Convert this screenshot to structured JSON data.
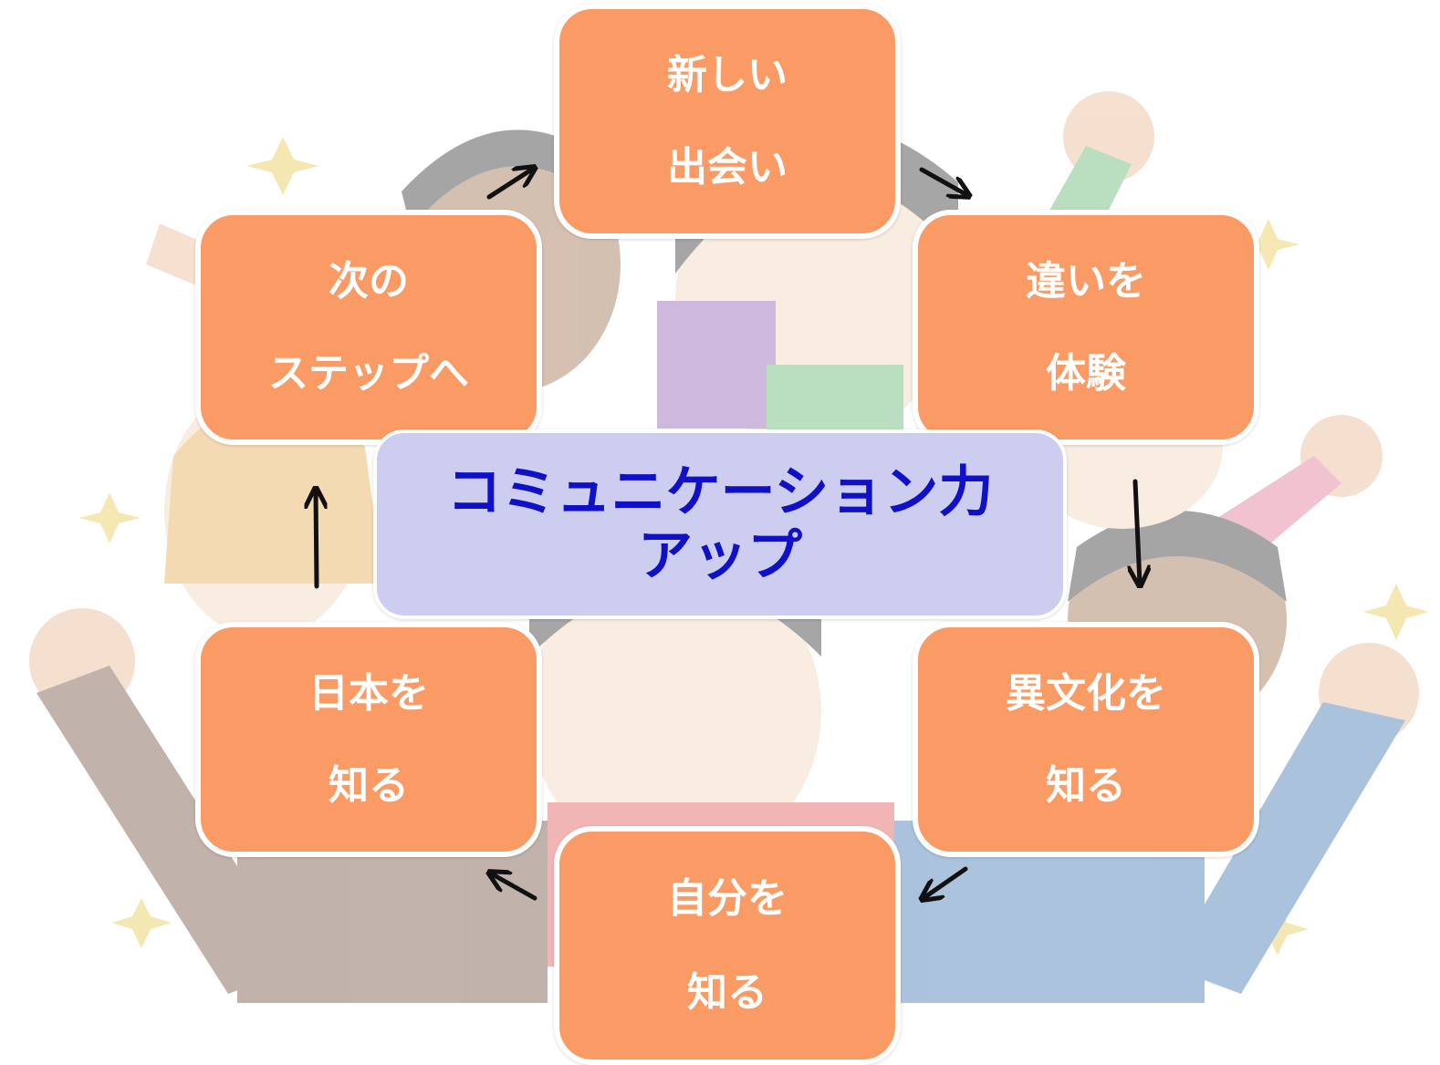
{
  "diagram": {
    "center": {
      "line1": "コミュニケーション力",
      "line2": "アップ"
    },
    "nodes": {
      "top": {
        "line1": "新しい",
        "line2": "出会い"
      },
      "tr": {
        "line1": "違いを",
        "line2": "体験"
      },
      "br": {
        "line1": "異文化を",
        "line2": "知る"
      },
      "bottom": {
        "line1": "自分を",
        "line2": "知る"
      },
      "bl": {
        "line1": "日本を",
        "line2": "知る"
      },
      "tl": {
        "line1": "次の",
        "line2": "ステップへ"
      }
    },
    "colors": {
      "node_fill": "#fa9a64",
      "node_text": "#ffffff",
      "center_fill": "#cdcdef",
      "center_text": "#1010c8",
      "arrow": "#111111"
    }
  }
}
